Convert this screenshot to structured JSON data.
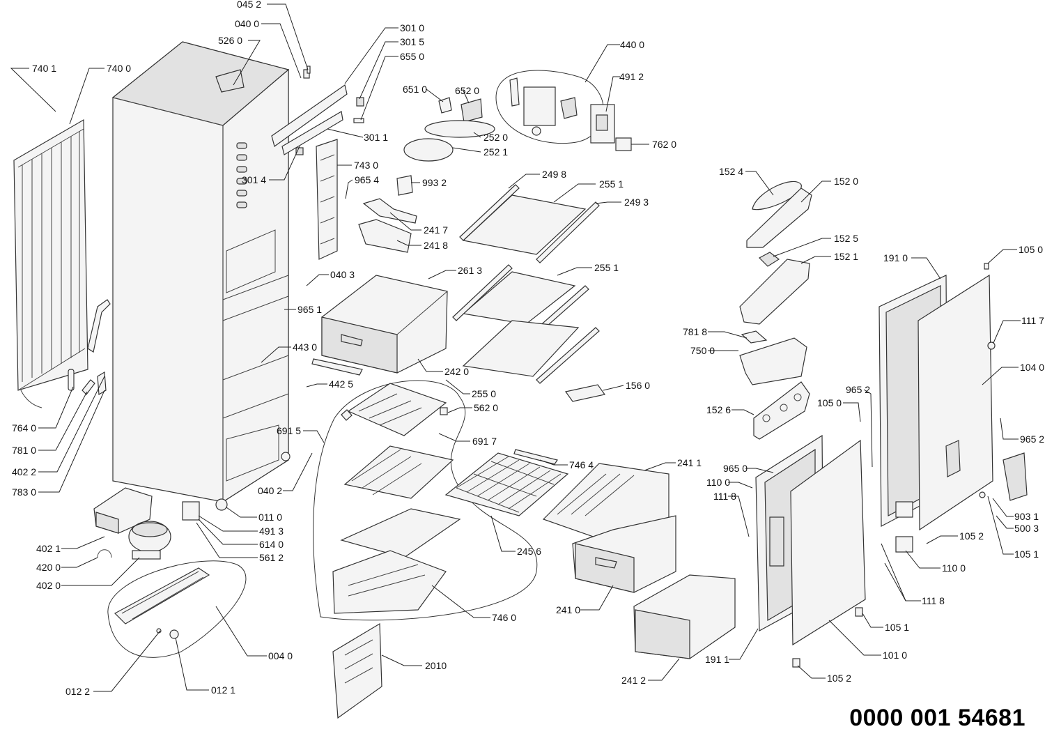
{
  "document_number": "0000 001 54681",
  "part_labels": [
    "045 2",
    "040 0",
    "526 0",
    "301 0",
    "301 5",
    "655 0",
    "740 1",
    "740 0",
    "651 0",
    "652 0",
    "440 0",
    "491 2",
    "301 1",
    "252 0",
    "252 1",
    "762 0",
    "743 0",
    "301 4",
    "965 4",
    "993 2",
    "249 8",
    "255 1",
    "249 3",
    "152 4",
    "152 0",
    "241 7",
    "241 8",
    "152 5",
    "152 1",
    "191 0",
    "105 0",
    "040 3",
    "261 3",
    "255 1",
    "965 1",
    "781 8",
    "111 7",
    "443 0",
    "750 0",
    "104 0",
    "242 0",
    "442 5",
    "255 0",
    "156 0",
    "965 2",
    "105 0",
    "562 0",
    "152 6",
    "764 0",
    "691 5",
    "691 7",
    "965 2",
    "781 0",
    "402 2",
    "746 4",
    "241 1",
    "965 0",
    "040 2",
    "110 0",
    "783 0",
    "111 8",
    "011 0",
    "903 1",
    "491 3",
    "500 3",
    "402 1",
    "614 0",
    "105 2",
    "561 2",
    "245 6",
    "105 1",
    "420 0",
    "110 0",
    "402 0",
    "111 8",
    "241 0",
    "746 0",
    "105 1",
    "004 0",
    "101 0",
    "191 1",
    "2010",
    "241 2",
    "105 2",
    "012 2",
    "012 1"
  ]
}
